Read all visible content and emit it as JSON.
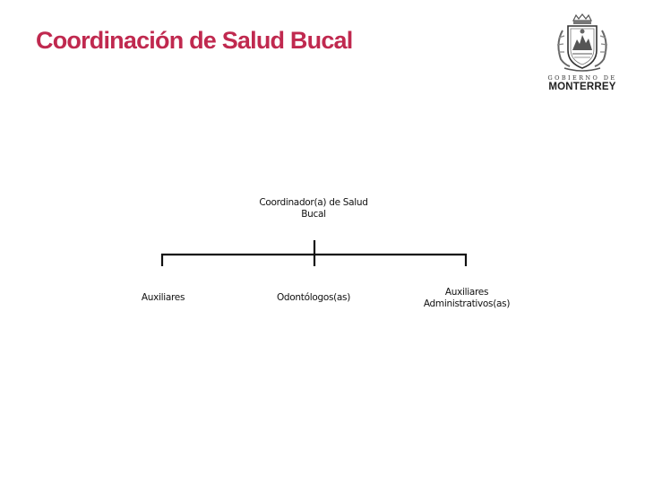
{
  "slide": {
    "title": "Coordinación de Salud Bucal"
  },
  "logo": {
    "line1": "GOBIERNO DE",
    "line2": "MONTERREY",
    "icon": "coat-of-arms-icon"
  },
  "org_chart": {
    "root": {
      "line1": "Coordinador(a) de Salud",
      "line2": "Bucal"
    },
    "children": [
      {
        "line1": "Auxiliares",
        "line2": ""
      },
      {
        "line1": "Odontólogos(as)",
        "line2": ""
      },
      {
        "line1": "Auxiliares",
        "line2": "Administrativos(as)"
      }
    ]
  },
  "colors": {
    "title": "#c0294f",
    "connector": "#111111",
    "text": "#111111"
  }
}
